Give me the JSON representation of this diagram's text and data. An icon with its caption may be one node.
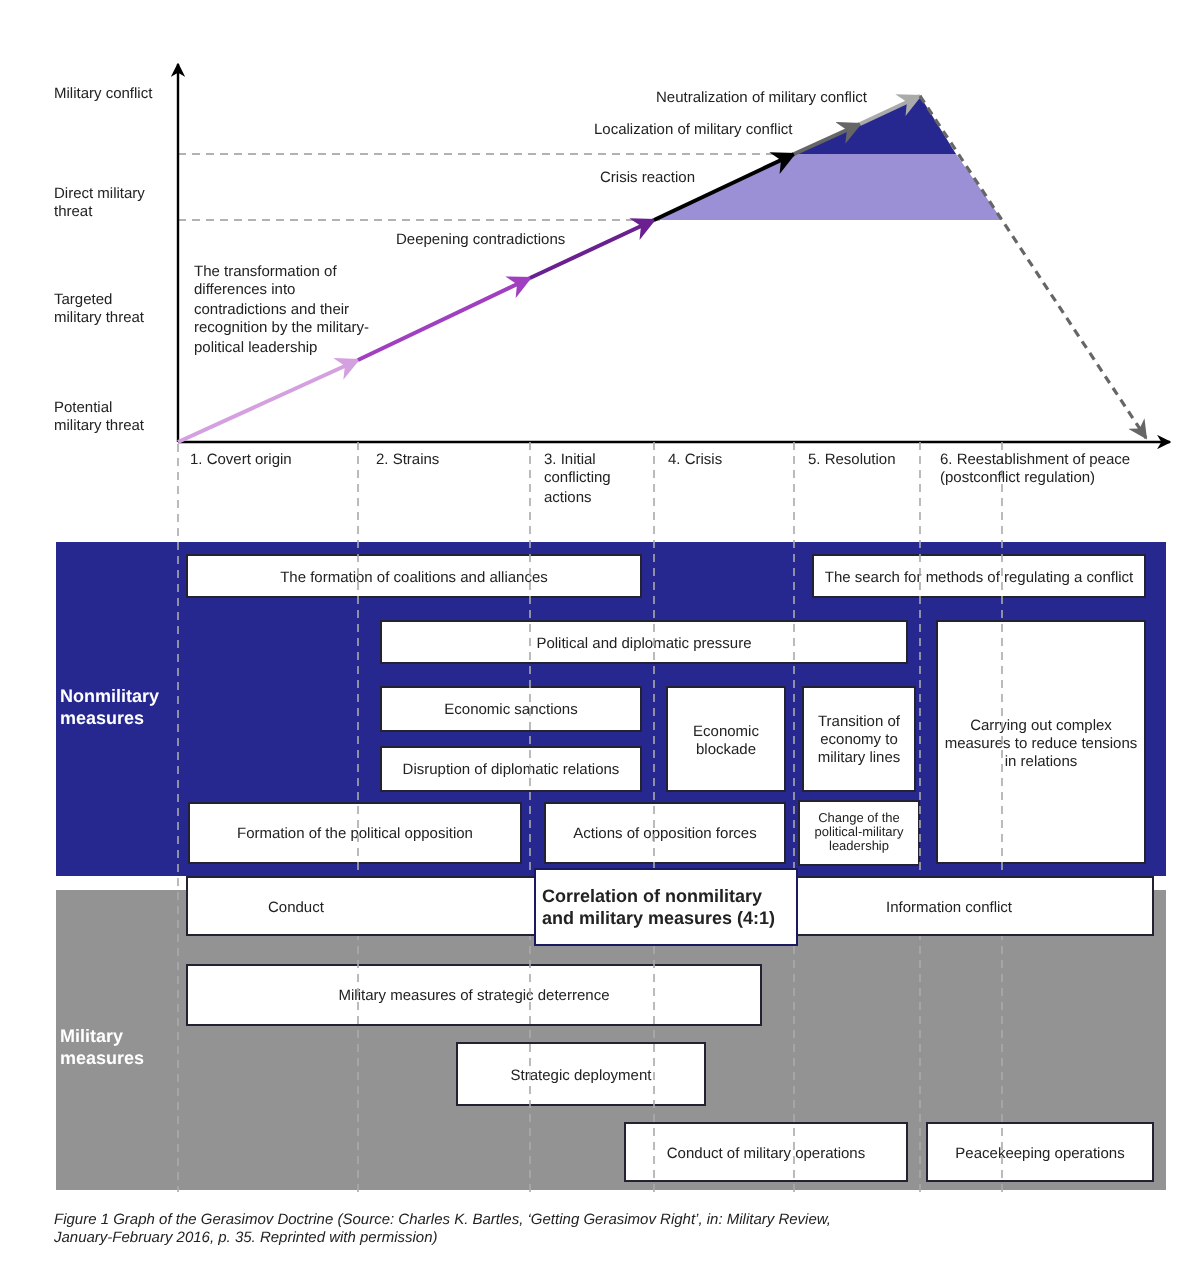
{
  "diagram": {
    "caption": "Figure 1 Graph of the Gerasimov Doctrine (Source: Charles K. Bartles, ‘Getting Gerasimov Right’, in: Military Review, January-February 2016, p. 35. Reprinted with permission)",
    "nodes": [
      {
        "text": [
          "Nonmilitary measures"
        ]
      },
      {
        "text": [
          "The formation of coalitions and alliances"
        ],
        "in": 0
      },
      {
        "text": [
          "The search for methods of regulating a conflict"
        ],
        "in": 0
      },
      {
        "text": [
          "Political and diplomatic pressure"
        ],
        "in": 0
      },
      {
        "text": [
          "Carrying out complex measures to reduce tensions in relations"
        ],
        "in": 0
      },
      {
        "text": [
          "Economic sanctions"
        ],
        "in": 0
      },
      {
        "text": [
          "Economic blockade"
        ],
        "in": 0
      },
      {
        "text": [
          "Transition of economy to military lines"
        ],
        "in": 0
      },
      {
        "text": [
          "Disruption of diplomatic relations"
        ],
        "in": 0
      },
      {
        "text": [
          "Formation of the political opposition"
        ],
        "in": 0
      },
      {
        "text": [
          "Actions of opposition forces"
        ],
        "in": 0
      },
      {
        "text": [
          "Change of the political-military leadership"
        ],
        "in": 0
      },
      {
        "text": [
          "Military measures"
        ]
      },
      {
        "text": [
          "Conduct",
          "Information conflict"
        ]
      },
      {
        "text": [
          "Correlation of nonmilitary and military measures (4:1)"
        ]
      },
      {
        "text": [
          "Military measures of strategic deterrence"
        ],
        "in": 12
      },
      {
        "text": [
          "Strategic deployment"
        ],
        "in": 12
      },
      {
        "text": [
          "Conduct of military operations"
        ],
        "in": 12
      },
      {
        "text": [
          "Peacekeeping operations"
        ],
        "in": 12
      }
    ],
    "labels": [
      "Military conflict",
      "Direct military threat",
      "Targeted military threat",
      "Potential military threat",
      "Neutralization of military conflict",
      "Localization of military conflict",
      "Crisis reaction",
      "Deepening contradictions",
      "The transformation of differences into contradictions and their recognition by the military-political leadership",
      "1. Covert origin",
      "2. Strains",
      "3. Initial conflicting actions",
      "4. Crisis",
      "5. Resolution",
      "6. Reestablishment of peace (postconflict regulation)"
    ]
  }
}
